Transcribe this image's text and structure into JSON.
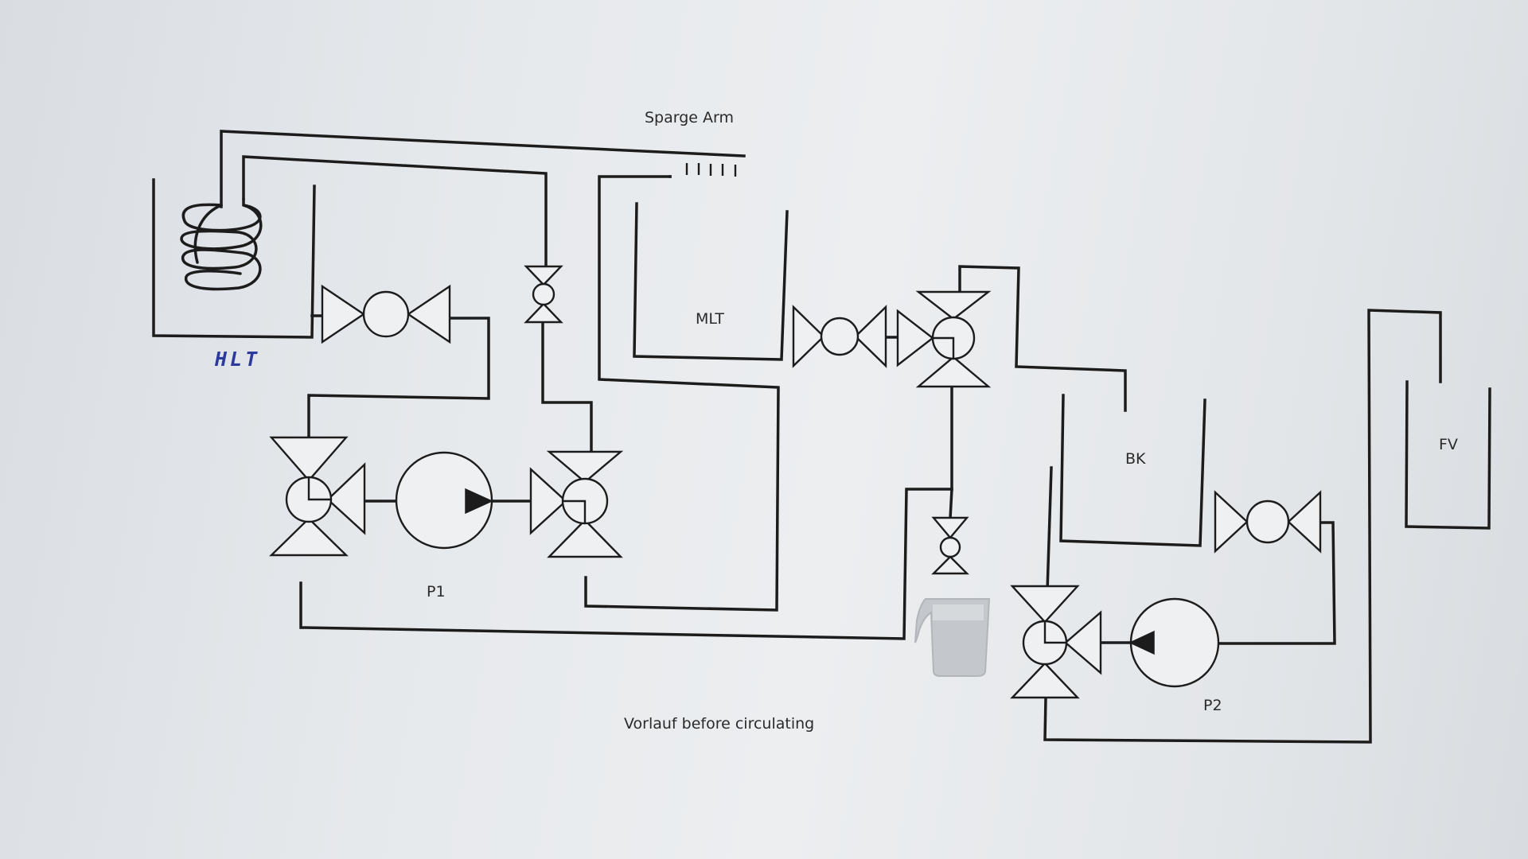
{
  "labels": {
    "sparge_arm": "Sparge Arm",
    "hlt": "HLT",
    "mlt": "MLT",
    "bk": "BK",
    "fv": "FV",
    "p1": "P1",
    "p2": "P2",
    "caption": "Vorlauf before circulating"
  },
  "colors": {
    "line": "#1c1c1c",
    "paper": "#e6e9ec",
    "handwriting": "#2b3a9c"
  },
  "icons": {
    "hlt_coil": "heat-exchange-coil-icon",
    "valve_2way": "two-way-valve-icon",
    "valve_3way": "three-way-valve-icon",
    "pump": "pump-icon",
    "jug": "measuring-jug-icon"
  }
}
